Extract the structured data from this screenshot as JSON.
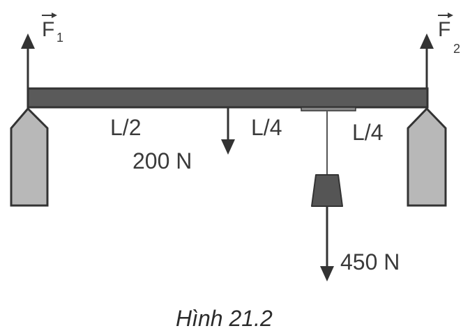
{
  "labels": {
    "force1": {
      "letter": "F",
      "subscript": "1"
    },
    "force2": {
      "letter": "F",
      "subscript": "2"
    },
    "segment_left": "L/2",
    "segment_middle": "L/4",
    "segment_right": "L/4",
    "beam_weight": "200 N",
    "load_weight": "450 N"
  },
  "caption": "Hình 21.2",
  "colors": {
    "beam": "#5a5a5a",
    "beam_edge": "#333333",
    "support_fill": "#b8b8b8",
    "support_edge": "#333333",
    "weight": "#555555",
    "arrow": "#333333",
    "text": "#3a3a3a"
  }
}
